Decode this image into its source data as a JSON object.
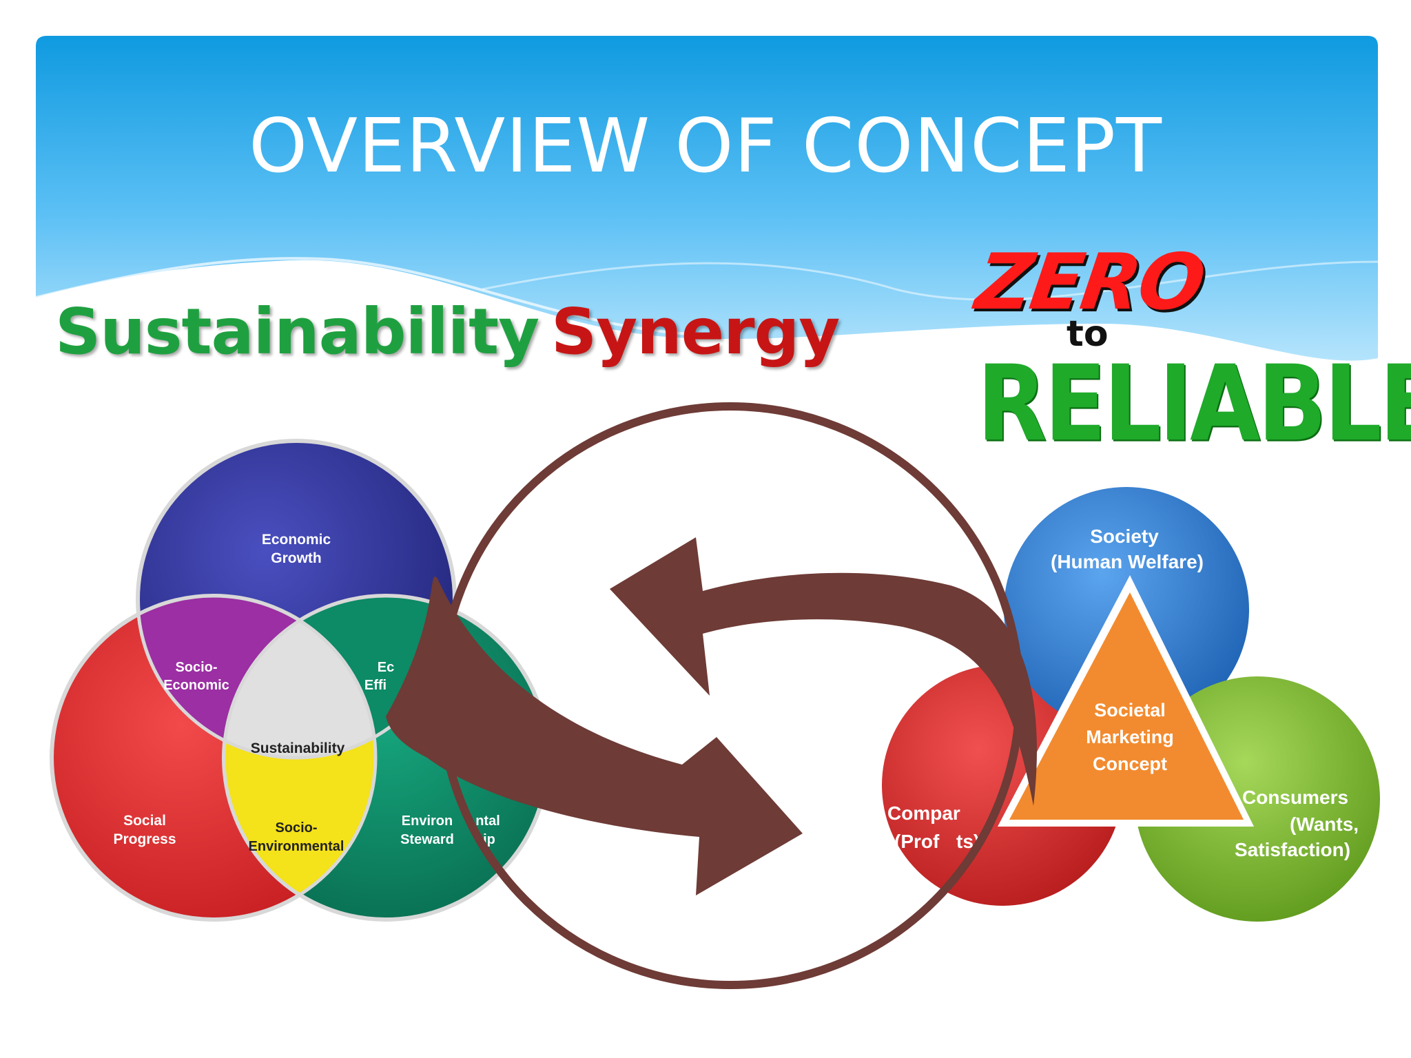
{
  "slide": {
    "title": "OVERVIEW OF CONCEPT"
  },
  "headline_words": {
    "sustainability": "Sustainability",
    "synergy": "Synergy",
    "zero": "ZERO",
    "to": "to",
    "reliable": "RELIABLE"
  },
  "venn_triple_bottom_line": {
    "top": [
      "Economic",
      "Growth"
    ],
    "left_mid": [
      "Socio-",
      "Economic"
    ],
    "right_mid": [
      "Ec",
      "Effi"
    ],
    "center": "Sustainability",
    "left": [
      "Social",
      "Progress"
    ],
    "bottom_mid": [
      "Socio-",
      "Environmental"
    ],
    "right": [
      "Environ",
      "ntal",
      "Steward",
      "ip"
    ]
  },
  "societal_marketing": {
    "top": [
      "Society",
      "(Human Welfare)"
    ],
    "triangle": [
      "Societal",
      "Marketing",
      "Concept"
    ],
    "left": [
      "Compar",
      "(Prof",
      "ts)"
    ],
    "right": [
      "Consumers",
      "(Wants,",
      "Satisfaction)"
    ]
  },
  "colors": {
    "header_top": "#0f9ae0",
    "header_bottom": "#aee0fb",
    "circle_blue": "#2e3192",
    "circle_red": "#e3262b",
    "circle_teal": "#0d8a66",
    "overlap_purple": "#9b2fa3",
    "overlap_yellow": "#f4e21a",
    "center_grey": "#e0e0e0",
    "society_blue": "#2f7fd4",
    "company_red": "#dd2a2a",
    "consumer_green": "#7dbb2c",
    "triangle_orange": "#f28b2f",
    "arrow_brown": "#6e3b36"
  }
}
